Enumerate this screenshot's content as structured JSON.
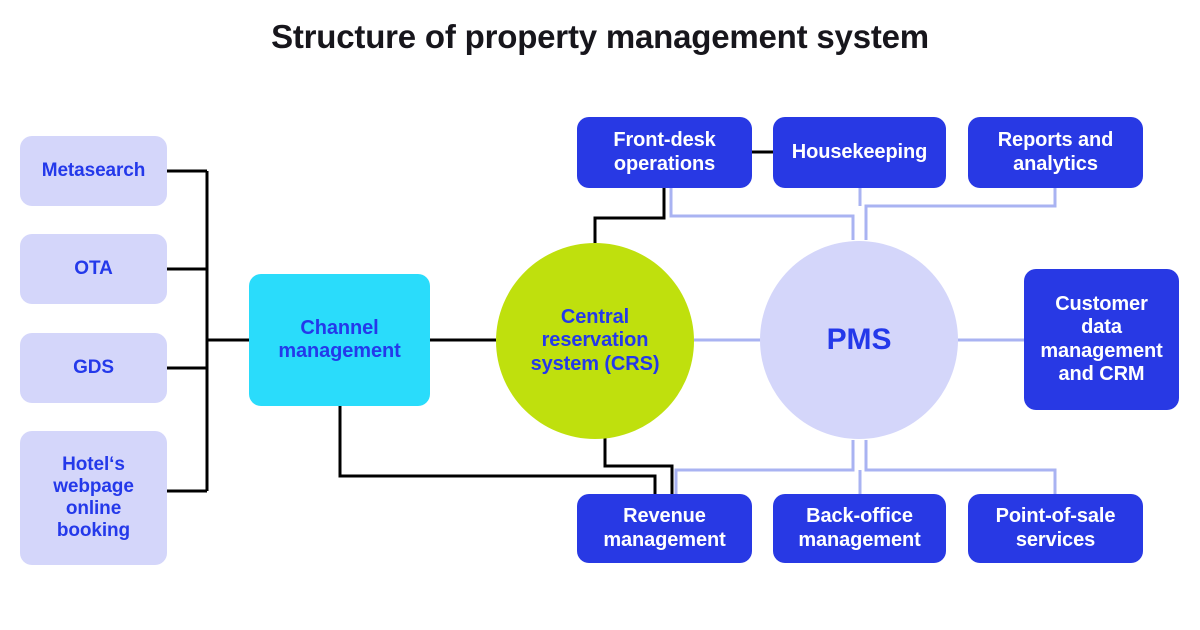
{
  "title": "Structure of property management system",
  "colors": {
    "background": "#ffffff",
    "title_text": "#17161c",
    "source_fill": "#d4d6fa",
    "source_text": "#2439ea",
    "channel_fill": "#2adcfb",
    "channel_text": "#2439ea",
    "crs_fill": "#bfe00d",
    "crs_text": "#2439ea",
    "pms_fill": "#d4d6fa",
    "pms_text": "#2439ea",
    "module_fill": "#2839e4",
    "module_text": "#ffffff",
    "edge_dark": "#000000",
    "edge_light": "#a9b3f2"
  },
  "sources": [
    {
      "id": "metasearch",
      "label": "Metasearch"
    },
    {
      "id": "ota",
      "label": "OTA"
    },
    {
      "id": "gds",
      "label": "GDS"
    },
    {
      "id": "hotel-webpage",
      "label": "Hotel‘s\nwebpage\nonline\nbooking"
    }
  ],
  "hub": {
    "channel": {
      "id": "channel-management",
      "label": "Channel\nmanagement"
    },
    "crs": {
      "id": "central-reservation-system",
      "label": "Central\nreservation\nsystem (CRS)"
    },
    "pms": {
      "id": "pms",
      "label": "PMS"
    }
  },
  "modules_top": [
    {
      "id": "front-desk-operations",
      "label": "Front-desk\noperations"
    },
    {
      "id": "housekeeping",
      "label": "Housekeeping"
    },
    {
      "id": "reports-and-analytics",
      "label": "Reports and\nanalytics"
    }
  ],
  "modules_right": [
    {
      "id": "customer-data-management-and-crm",
      "label": "Customer\ndata\nmanagement\nand CRM"
    }
  ],
  "modules_bottom": [
    {
      "id": "revenue-management",
      "label": "Revenue\nmanagement"
    },
    {
      "id": "back-office-management",
      "label": "Back-office\nmanagement"
    },
    {
      "id": "point-of-sale-services",
      "label": "Point-of-sale\nservices"
    }
  ],
  "connections": [
    {
      "from": "metasearch",
      "to": "channel-management",
      "style": "dark"
    },
    {
      "from": "ota",
      "to": "channel-management",
      "style": "dark"
    },
    {
      "from": "gds",
      "to": "channel-management",
      "style": "dark"
    },
    {
      "from": "hotel-webpage",
      "to": "channel-management",
      "style": "dark"
    },
    {
      "from": "channel-management",
      "to": "central-reservation-system",
      "style": "dark"
    },
    {
      "from": "channel-management",
      "to": "revenue-management",
      "style": "dark"
    },
    {
      "from": "central-reservation-system",
      "to": "front-desk-operations",
      "style": "dark"
    },
    {
      "from": "central-reservation-system",
      "to": "revenue-management",
      "style": "dark"
    },
    {
      "from": "central-reservation-system",
      "to": "pms",
      "style": "light"
    },
    {
      "from": "front-desk-operations",
      "to": "housekeeping",
      "style": "dark"
    },
    {
      "from": "pms",
      "to": "front-desk-operations",
      "style": "light"
    },
    {
      "from": "pms",
      "to": "housekeeping",
      "style": "light"
    },
    {
      "from": "pms",
      "to": "reports-and-analytics",
      "style": "light"
    },
    {
      "from": "pms",
      "to": "customer-data-management-and-crm",
      "style": "light"
    },
    {
      "from": "pms",
      "to": "revenue-management",
      "style": "light"
    },
    {
      "from": "pms",
      "to": "back-office-management",
      "style": "light"
    },
    {
      "from": "pms",
      "to": "point-of-sale-services",
      "style": "light"
    }
  ]
}
